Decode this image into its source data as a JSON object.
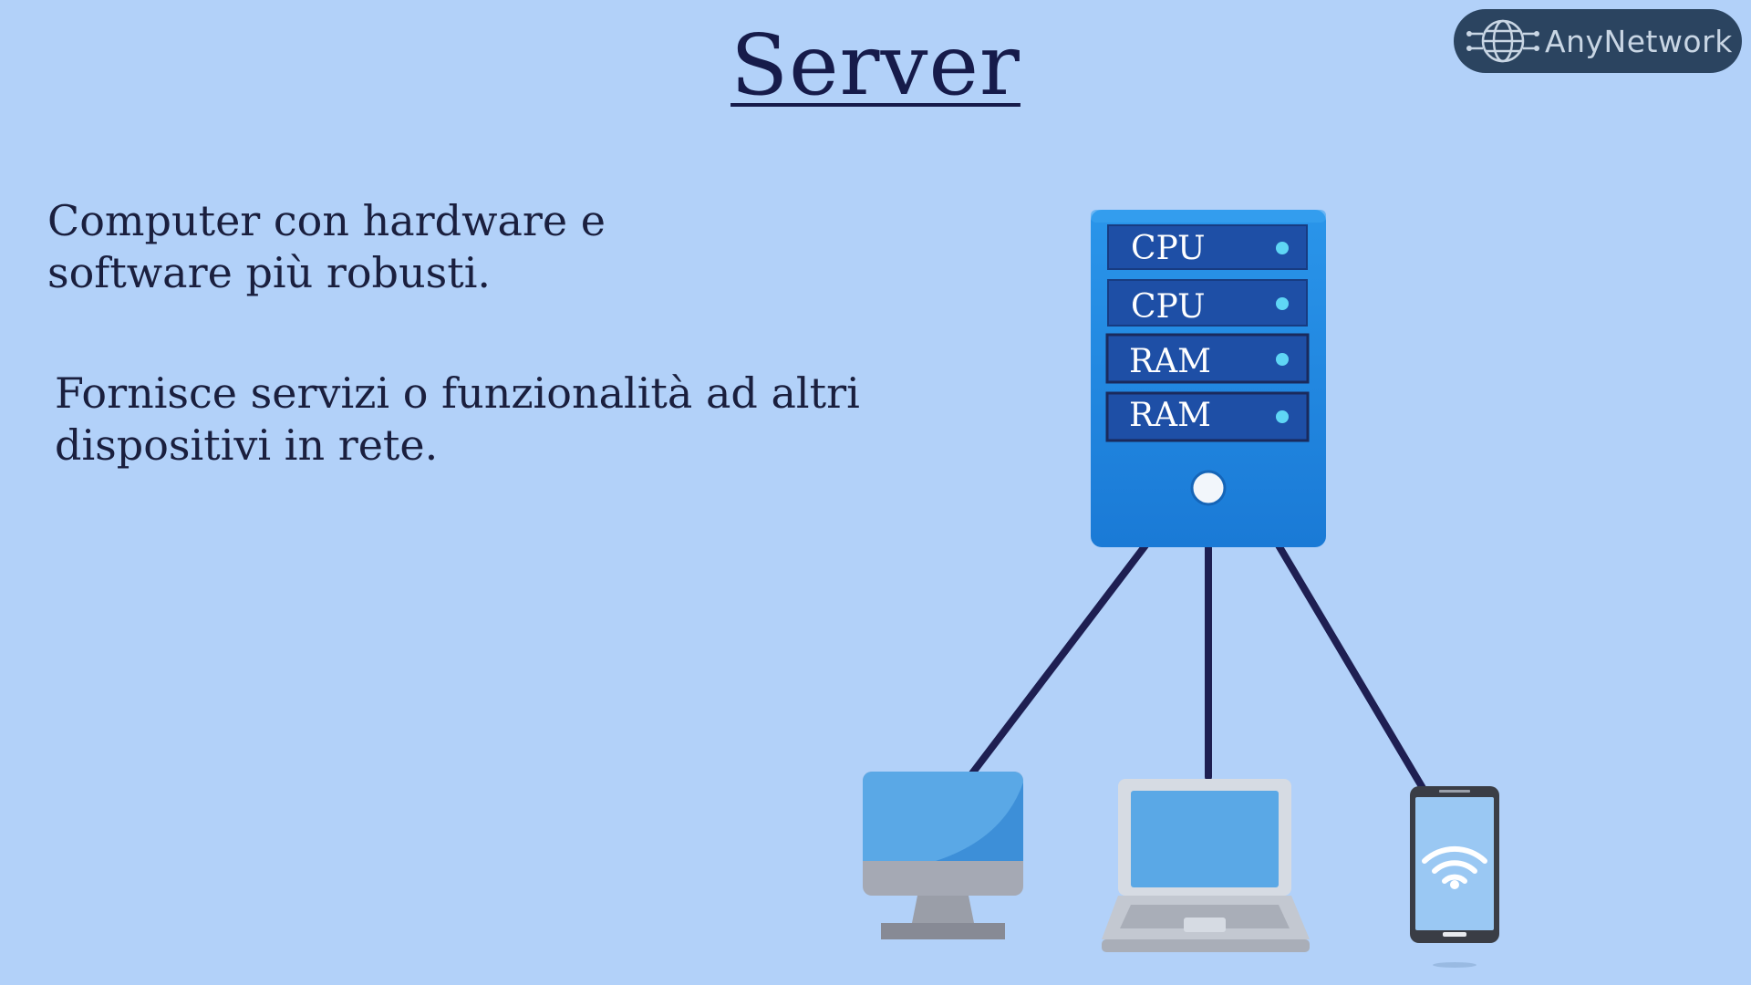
{
  "title": "Server",
  "logo": {
    "text": "AnyNetwork",
    "icon": "globe-network-icon"
  },
  "description": {
    "line1a": "Computer con hardware e",
    "line1b": "software più robusti.",
    "line2a": "Fornisce servizi o funzionalità ad  altri",
    "line2b": "dispositivi in rete."
  },
  "server": {
    "units": [
      "CPU",
      "CPU",
      "RAM",
      "RAM"
    ],
    "power_icon": "power-button-icon"
  },
  "devices": [
    "desktop-monitor-icon",
    "laptop-icon",
    "smartphone-wifi-icon"
  ],
  "colors": {
    "background": "#b2d1f9",
    "server_blue": "#1f86e0",
    "unit_blue": "#1e4fa6",
    "connection_line": "#1e1f52",
    "led": "#5fd6f5"
  }
}
